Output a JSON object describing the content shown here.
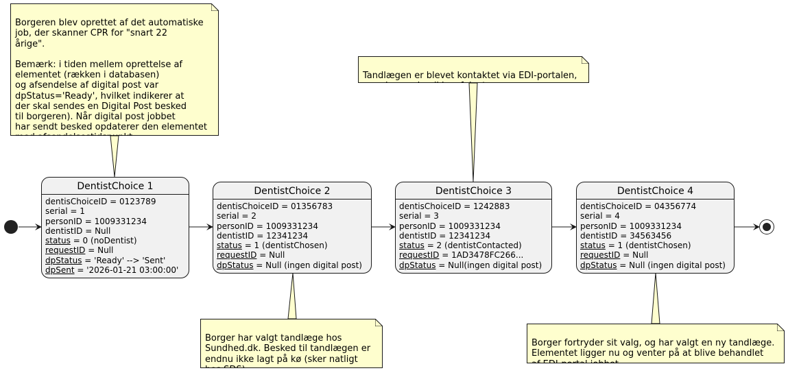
{
  "states": [
    {
      "title": "DentistChoice 1",
      "fields": [
        {
          "name": "dentisChoiceID",
          "value": " = 0123789",
          "u": false
        },
        {
          "name": "serial",
          "value": " = 1",
          "u": false
        },
        {
          "name": "personID",
          "value": " = 1009331234",
          "u": false
        },
        {
          "name": "dentistID",
          "value": " = Null",
          "u": false
        },
        {
          "name": "status",
          "value": " = 0 (noDentist)",
          "u": true
        },
        {
          "name": "requestID",
          "value": " = Null",
          "u": true
        },
        {
          "name": "dpStatus",
          "value": " = 'Ready' --> 'Sent'",
          "u": true
        },
        {
          "name": "dpSent",
          "value": " = '2026-01-21 03:00:00'",
          "u": true
        }
      ]
    },
    {
      "title": "DentistChoice 2",
      "fields": [
        {
          "name": "dentisChoiceID",
          "value": " = 01356783",
          "u": false
        },
        {
          "name": "serial",
          "value": " = 2",
          "u": false
        },
        {
          "name": "personID",
          "value": " = 1009331234",
          "u": false
        },
        {
          "name": "dentistID",
          "value": " = 12341234",
          "u": false
        },
        {
          "name": "status",
          "value": " = 1 (dentistChosen)",
          "u": true
        },
        {
          "name": "requestID",
          "value": " = Null",
          "u": true
        },
        {
          "name": "dpStatus",
          "value": " = Null (ingen digital post)",
          "u": true
        }
      ]
    },
    {
      "title": "DentistChoice 3",
      "fields": [
        {
          "name": "dentisChoiceID",
          "value": " = 1242883",
          "u": false
        },
        {
          "name": "serial",
          "value": " = 3",
          "u": false
        },
        {
          "name": "personID",
          "value": " = 1009331234",
          "u": false
        },
        {
          "name": "dentistID",
          "value": " = 12341234",
          "u": false
        },
        {
          "name": "status",
          "value": " = 2 (dentistContacted)",
          "u": true
        },
        {
          "name": "requestID",
          "value": " = 1AD3478FC266...",
          "u": true
        },
        {
          "name": "dpStatus",
          "value": " = Null(ingen digital post)",
          "u": true
        }
      ]
    },
    {
      "title": "DentistChoice 4",
      "fields": [
        {
          "name": "dentisChoiceID",
          "value": " = 04356774",
          "u": false
        },
        {
          "name": "serial",
          "value": " = 4",
          "u": false
        },
        {
          "name": "personID",
          "value": " = 1009331234",
          "u": false
        },
        {
          "name": "dentistID",
          "value": " = 34563456",
          "u": false
        },
        {
          "name": "status",
          "value": " = 1 (dentistChosen)",
          "u": true
        },
        {
          "name": "requestID",
          "value": " = Null",
          "u": true
        },
        {
          "name": "dpStatus",
          "value": " = Null (ingen digital post)",
          "u": true
        }
      ]
    }
  ],
  "notes": [
    {
      "text": "Borgeren blev oprettet af det automatiske\njob, der skanner CPR for \"snart 22\nårige\".\n\nBemærk: i tiden mellem oprettelse af\nelementet (rækken i databasen)\nog afsendelse af digital post var\ndpStatus='Ready', hvilket indikerer at\nder skal sendes en Digital Post besked\ntil borgeren). Når digital post jobbet\nhar sendt besked opdaterer den elementet\nmed afsendelsestidspunkt."
    },
    {
      "text": "Borger har valgt tandlæge hos\nSundhed.dk. Besked til tandlægen er\nendnu ikke lagt på kø (sker natligt\nhos SDS)."
    },
    {
      "text": "Tandlægen er blevet kontaktet via EDI-portalen,\nmen har endnu ikke afgivet svar."
    },
    {
      "text": "Borger fortryder sit valg, og har valgt en ny tandlæge.\nElementet ligger nu og venter på at blive behandlet\naf EDI-portal jobbet."
    }
  ],
  "colors": {
    "state_fill": "#f1f1f1",
    "note_fill": "#fefece",
    "line": "#181818"
  }
}
